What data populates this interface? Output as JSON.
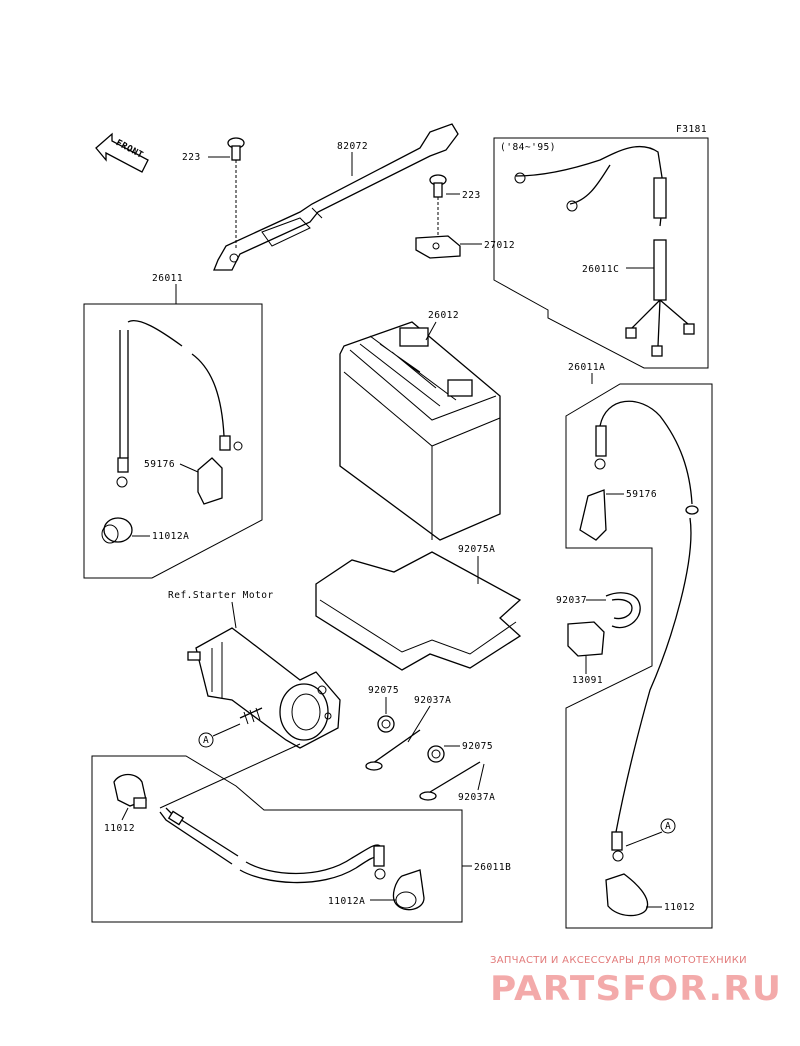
{
  "figure_code": "F3181",
  "front_label": "FRONT",
  "year_range": "('84~'95)",
  "ref_label": "Ref.Starter Motor",
  "circle_marker": "A",
  "parts": {
    "p223a": "223",
    "p82072": "82072",
    "p223b": "223",
    "p27012": "27012",
    "p26011": "26011",
    "p26012": "26012",
    "p26011c": "26011C",
    "p59176a": "59176",
    "p11012a": "11012A",
    "p26011a": "26011A",
    "p59176b": "59176",
    "p92075a": "92075A",
    "p92037": "92037",
    "p13091": "13091",
    "p92075b": "92075",
    "p92037a_1": "92037A",
    "p92075c": "92075",
    "p92037a_2": "92037A",
    "p11012b": "11012",
    "p26011b": "26011B",
    "p11012a_2": "11012A",
    "p11012c": "11012"
  },
  "watermark": {
    "tagline": "ЗАПЧАСТИ И АКСЕССУАРЫ ДЛЯ МОТОТЕХНИКИ",
    "logo": "PARTSFOR.RU",
    "color": "#ef8d8d"
  }
}
